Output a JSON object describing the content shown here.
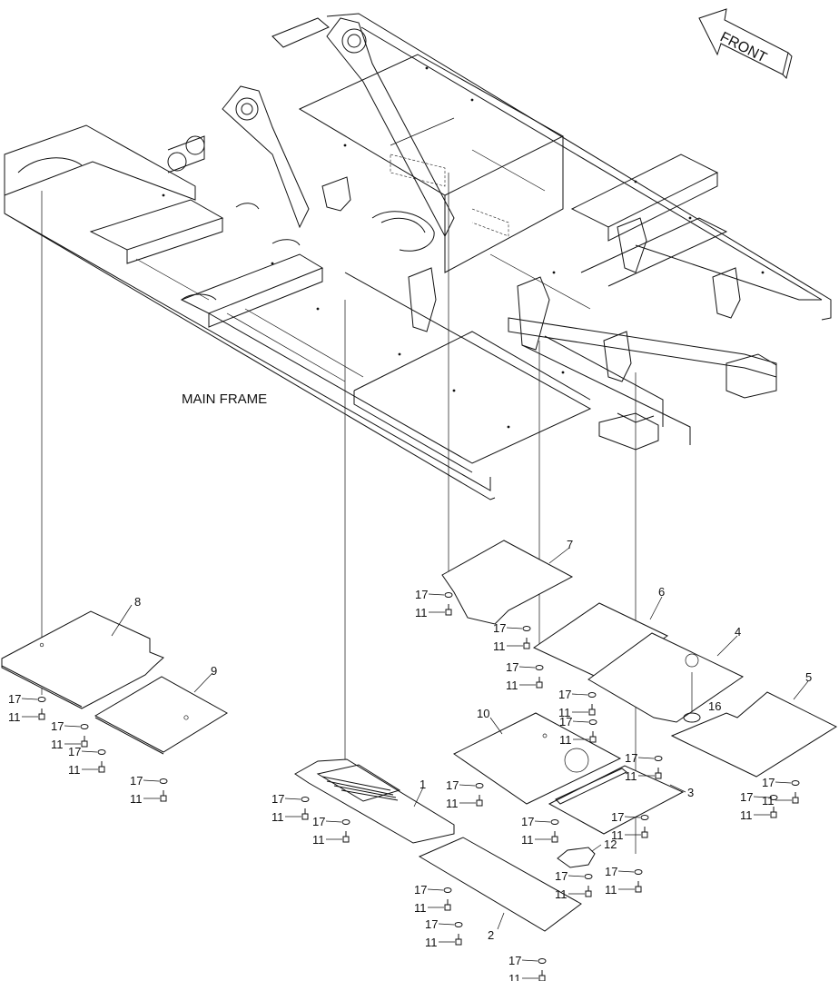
{
  "direction_label": "FRONT",
  "assembly_label": "MAIN FRAME",
  "callouts": {
    "p1": "1",
    "p2": "2",
    "p3": "3",
    "p4": "4",
    "p5": "5",
    "p6": "6",
    "p7": "7",
    "p8": "8",
    "p9": "9",
    "p10": "10",
    "p12": "12",
    "p16": "16"
  },
  "fasteners": {
    "washer": "17",
    "bolt": "11"
  }
}
